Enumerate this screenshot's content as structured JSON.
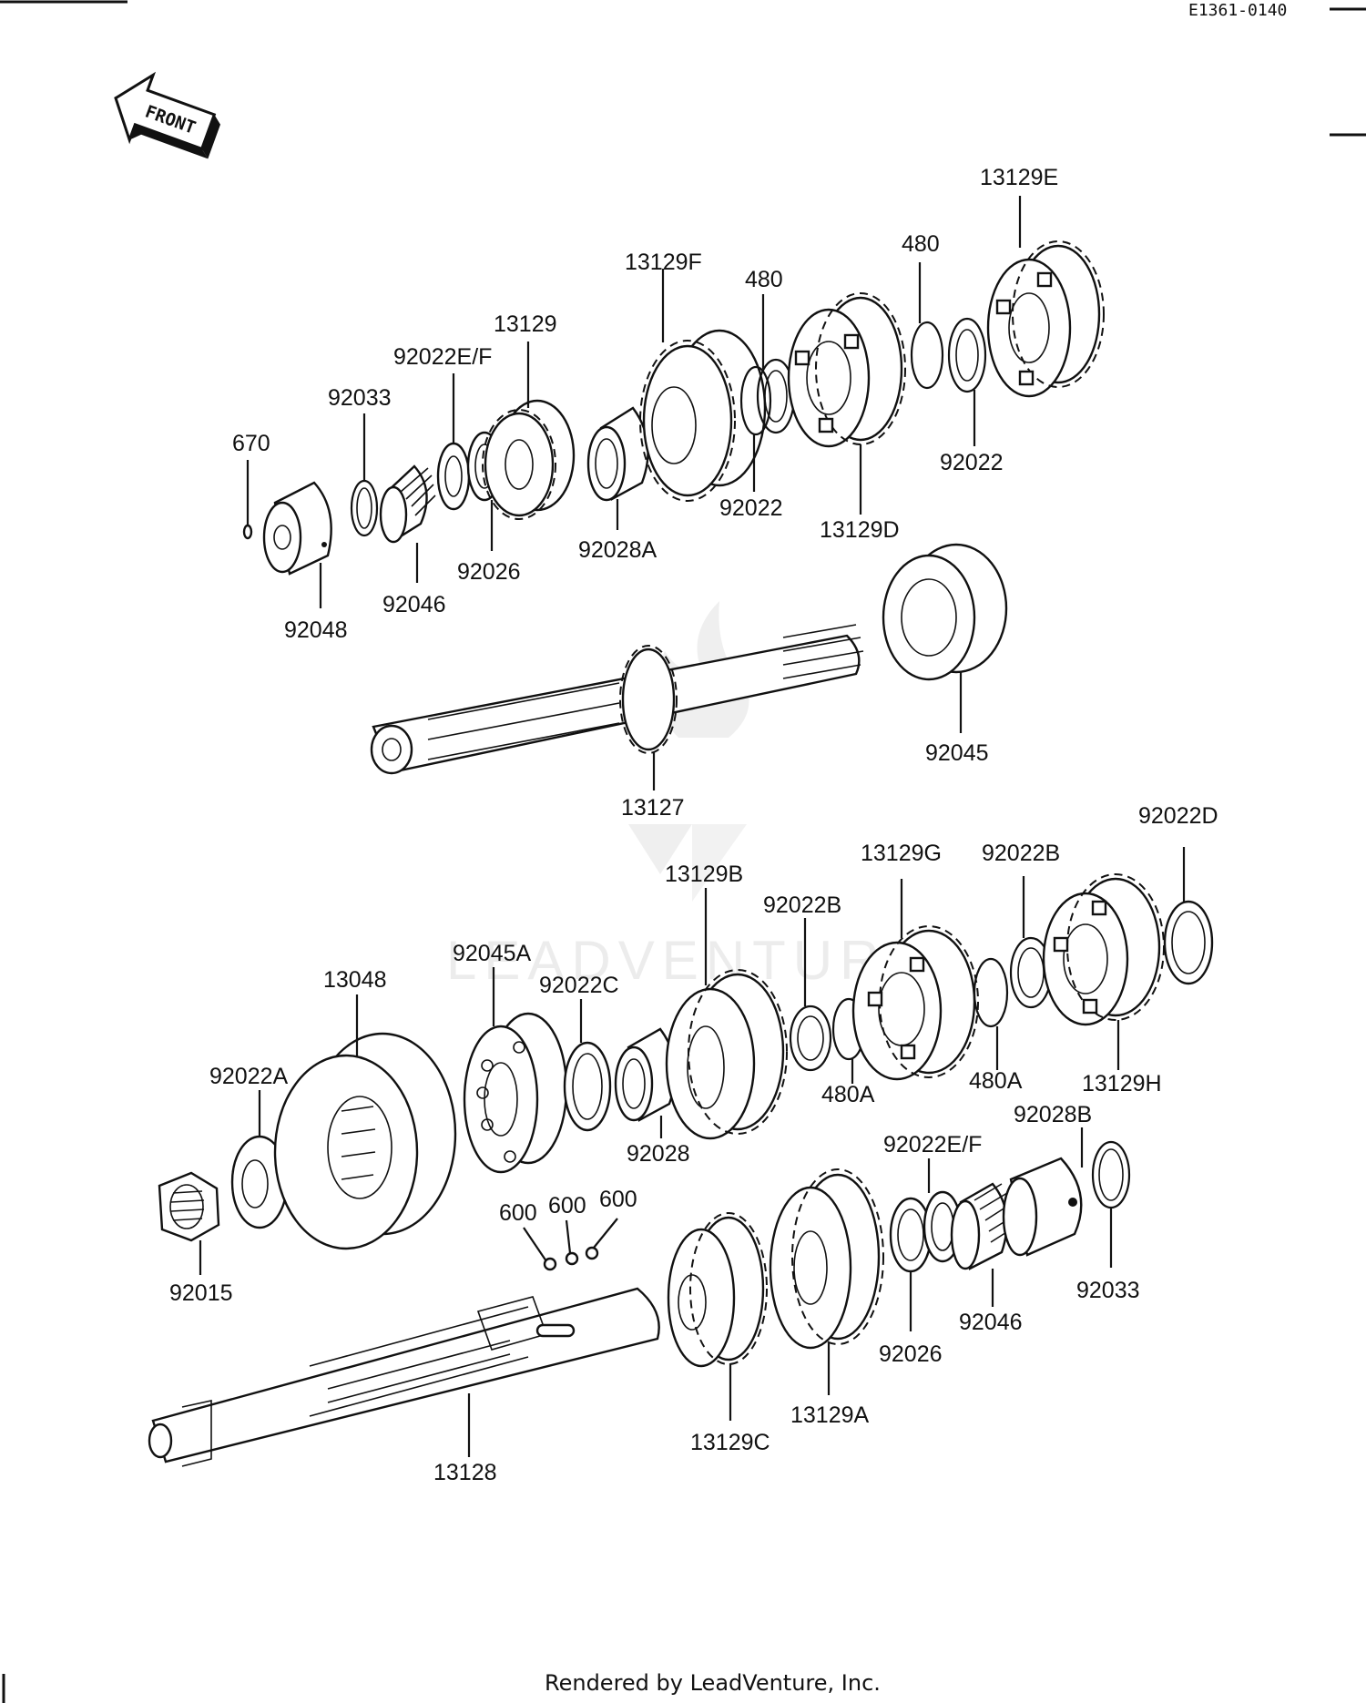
{
  "diagram_code": "E1361-0140",
  "direction_label": "FRONT",
  "watermark": "LEADVENTURE",
  "footer": "Rendered by LeadVenture, Inc.",
  "labels": {
    "p670": "670",
    "p92048": "92048",
    "p92033_top": "92033",
    "p92046_top": "92046",
    "p92022EF_top": "92022E/F",
    "p92026_top": "92026",
    "p13129": "13129",
    "p92028A": "92028A",
    "p13129F": "13129F",
    "p480_a": "480",
    "p92022_a": "92022",
    "p13129D": "13129D",
    "p480_b": "480",
    "p92022_b": "92022",
    "p13129E": "13129E",
    "p13127": "13127",
    "p92045": "92045",
    "p92015": "92015",
    "p92022A": "92022A",
    "p13048": "13048",
    "p92045A": "92045A",
    "p92022C": "92022C",
    "p92028": "92028",
    "p13129B": "13129B",
    "p92022B_a": "92022B",
    "p480A_a": "480A",
    "p13129G": "13129G",
    "p480A_b": "480A",
    "p92022B_b": "92022B",
    "p13129H": "13129H",
    "p92022D": "92022D",
    "p600_a": "600",
    "p600_b": "600",
    "p600_c": "600",
    "p13128": "13128",
    "p13129C": "13129C",
    "p13129A": "13129A",
    "p92026_bot": "92026",
    "p92022EF_bot": "92022E/F",
    "p92046_bot": "92046",
    "p92028B": "92028B",
    "p92033_bot": "92033"
  }
}
